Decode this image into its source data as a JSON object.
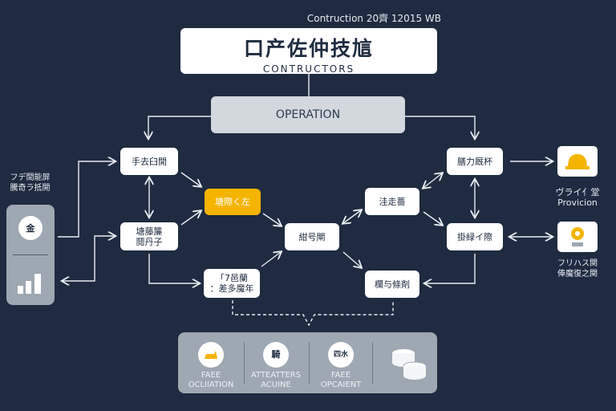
{
  "caption": "Contruction 20齊 12015 WB",
  "header": {
    "title": "口产佐仲技訄",
    "subtitle": "CONTRUCTORS"
  },
  "operation": "OPERATION",
  "nodes": {
    "n1": [
      "手去臼開"
    ],
    "n2": [
      "塘際く左"
    ],
    "n3": [
      "塘藤簾",
      "鬩丹子"
    ],
    "n4": [
      "「7邑蘭",
      "：差多魔年"
    ],
    "n5": [
      "紺号閘"
    ],
    "n6": [
      "洼走薔"
    ],
    "n7": [
      "膳力厩杯"
    ],
    "n8": [
      "掛緑イ際"
    ],
    "n9": [
      "欄与條剤"
    ]
  },
  "left_panel": {
    "label": [
      "フデ間能屏",
      "騰奇ラ抵開"
    ],
    "icon_text": "金"
  },
  "right": {
    "hardhat_label": [
      "ヴライ亻堂",
      "Provicion"
    ],
    "sun_label": [
      "フリハス関",
      "俸魔復之関"
    ]
  },
  "bottom": [
    {
      "label": [
        "FAEE",
        "OCLIIATION"
      ],
      "icon": "hardhat-icon"
    },
    {
      "label": [
        "ATTEATTERS",
        "ACUINE"
      ],
      "icon_text": "騎"
    },
    {
      "label": [
        "FAEE",
        "OPCAIENT"
      ],
      "icon_text": "四水"
    },
    {
      "label": [],
      "icon": "database-icon"
    }
  ],
  "colors": {
    "background": "#1e2b40",
    "accent": "#f4b400",
    "panel": "#9ea8b2"
  }
}
